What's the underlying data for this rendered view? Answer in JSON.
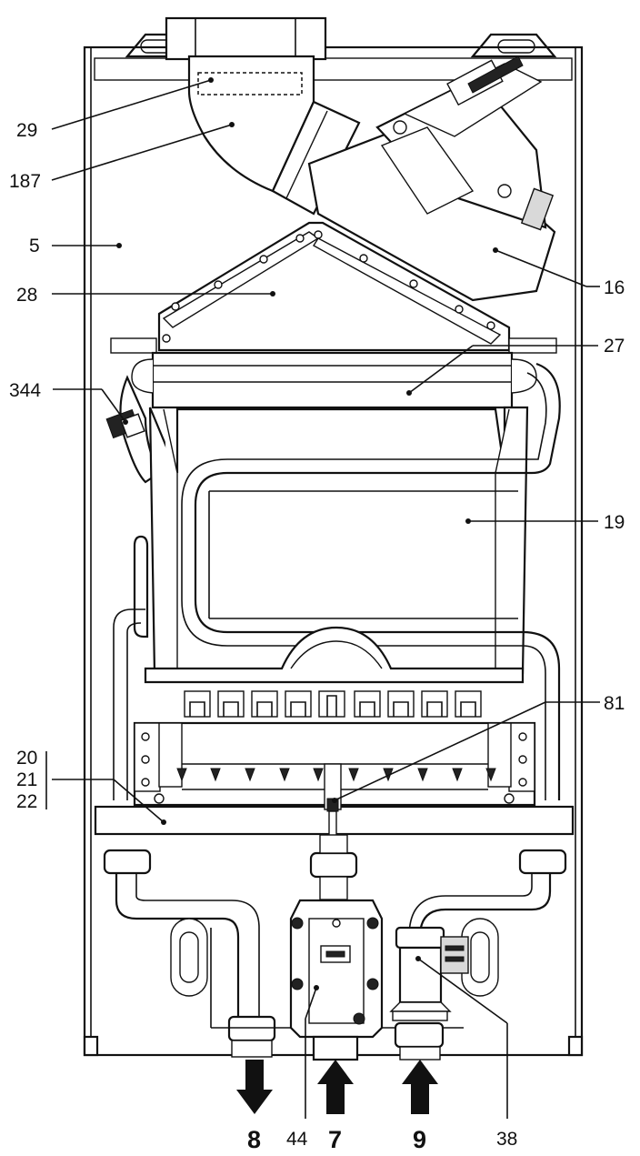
{
  "labels": {
    "l29": "29",
    "l187": "187",
    "l5": "5",
    "l28": "28",
    "l344": "344",
    "l16": "16",
    "l27": "27",
    "l19": "19",
    "l81": "81",
    "l20": "20",
    "l21": "21",
    "l22": "22",
    "l8": "8",
    "l44": "44",
    "l7": "7",
    "l9": "9",
    "l38": "38"
  }
}
